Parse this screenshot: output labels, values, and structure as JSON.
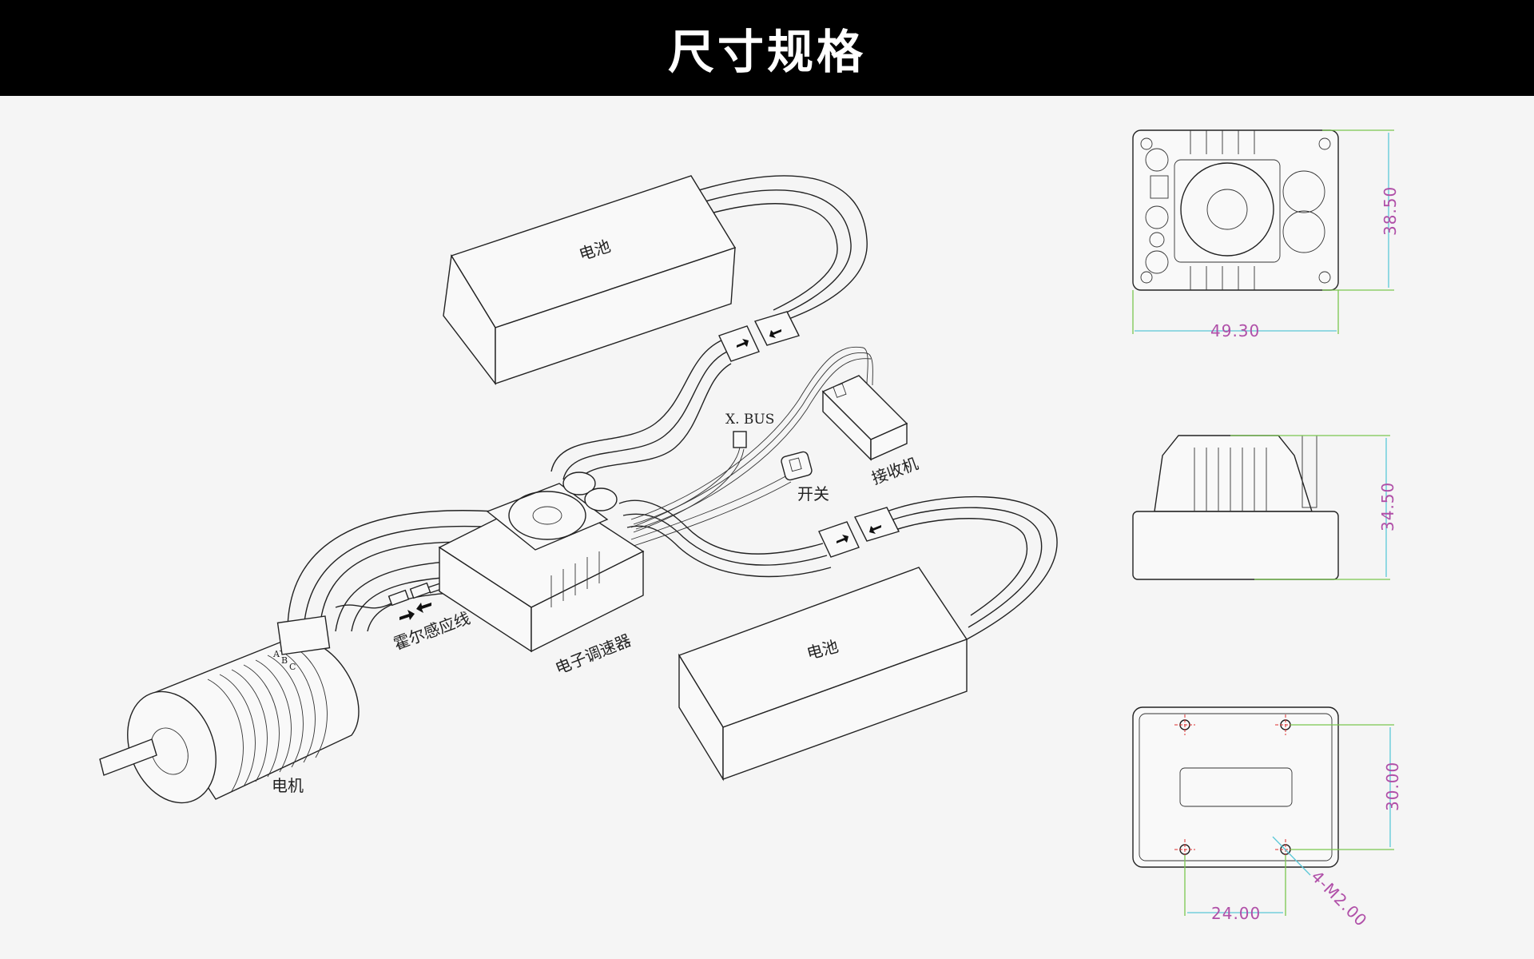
{
  "header": {
    "title": "尺寸规格"
  },
  "diagram": {
    "labels": {
      "battery_top": "电池",
      "battery_bottom": "电池",
      "xbus": "X. BUS",
      "switch": "开关",
      "receiver": "接收机",
      "hall_sensor": "霍尔感应线",
      "esc": "电子调速器",
      "motor": "电机",
      "motor_phase_a": "A",
      "motor_phase_b": "B",
      "motor_phase_c": "C"
    }
  },
  "dimensions": {
    "top_view": {
      "height": "38.50",
      "width": "49.30"
    },
    "side_view": {
      "height": "34.50"
    },
    "bottom_view": {
      "hole_vertical": "30.00",
      "hole_horizontal": "24.00",
      "holes": "4-M2.00"
    }
  },
  "colors": {
    "header_bg": "#000000",
    "page_bg": "#f5f5f5",
    "dimension_text": "#b04fa8",
    "dimension_line": "#5bc8d8",
    "extension_line": "#7ac74f",
    "hole_center": "#e03030"
  }
}
